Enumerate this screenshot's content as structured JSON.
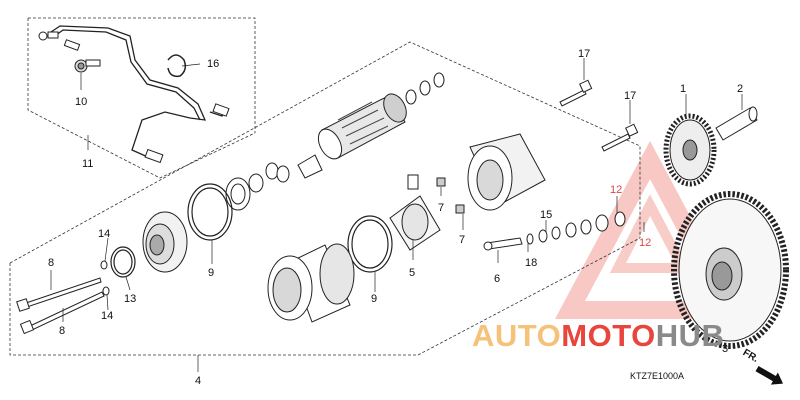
{
  "callouts": {
    "c1": "1",
    "c2": "2",
    "c3": "3",
    "c4": "4",
    "c5": "5",
    "c6": "6",
    "c7a": "7",
    "c7b": "7",
    "c8a": "8",
    "c8b": "8",
    "c9a": "9",
    "c9b": "9",
    "c10": "10",
    "c11": "11",
    "c12a": "12",
    "c12b": "12",
    "c13": "13",
    "c14a": "14",
    "c14b": "14",
    "c15": "15",
    "c16": "16",
    "c17a": "17",
    "c17b": "17",
    "c18": "18"
  },
  "diagram_code": "KTZ7E1000A",
  "direction_label": "FR.",
  "watermark": {
    "text_part1": "AUTO",
    "text_part2": "MOTO",
    "text_part3": "HUB",
    "color_light": "#f5c27a",
    "color_red": "#e9453d",
    "color_gray": "#8a8a8a"
  }
}
